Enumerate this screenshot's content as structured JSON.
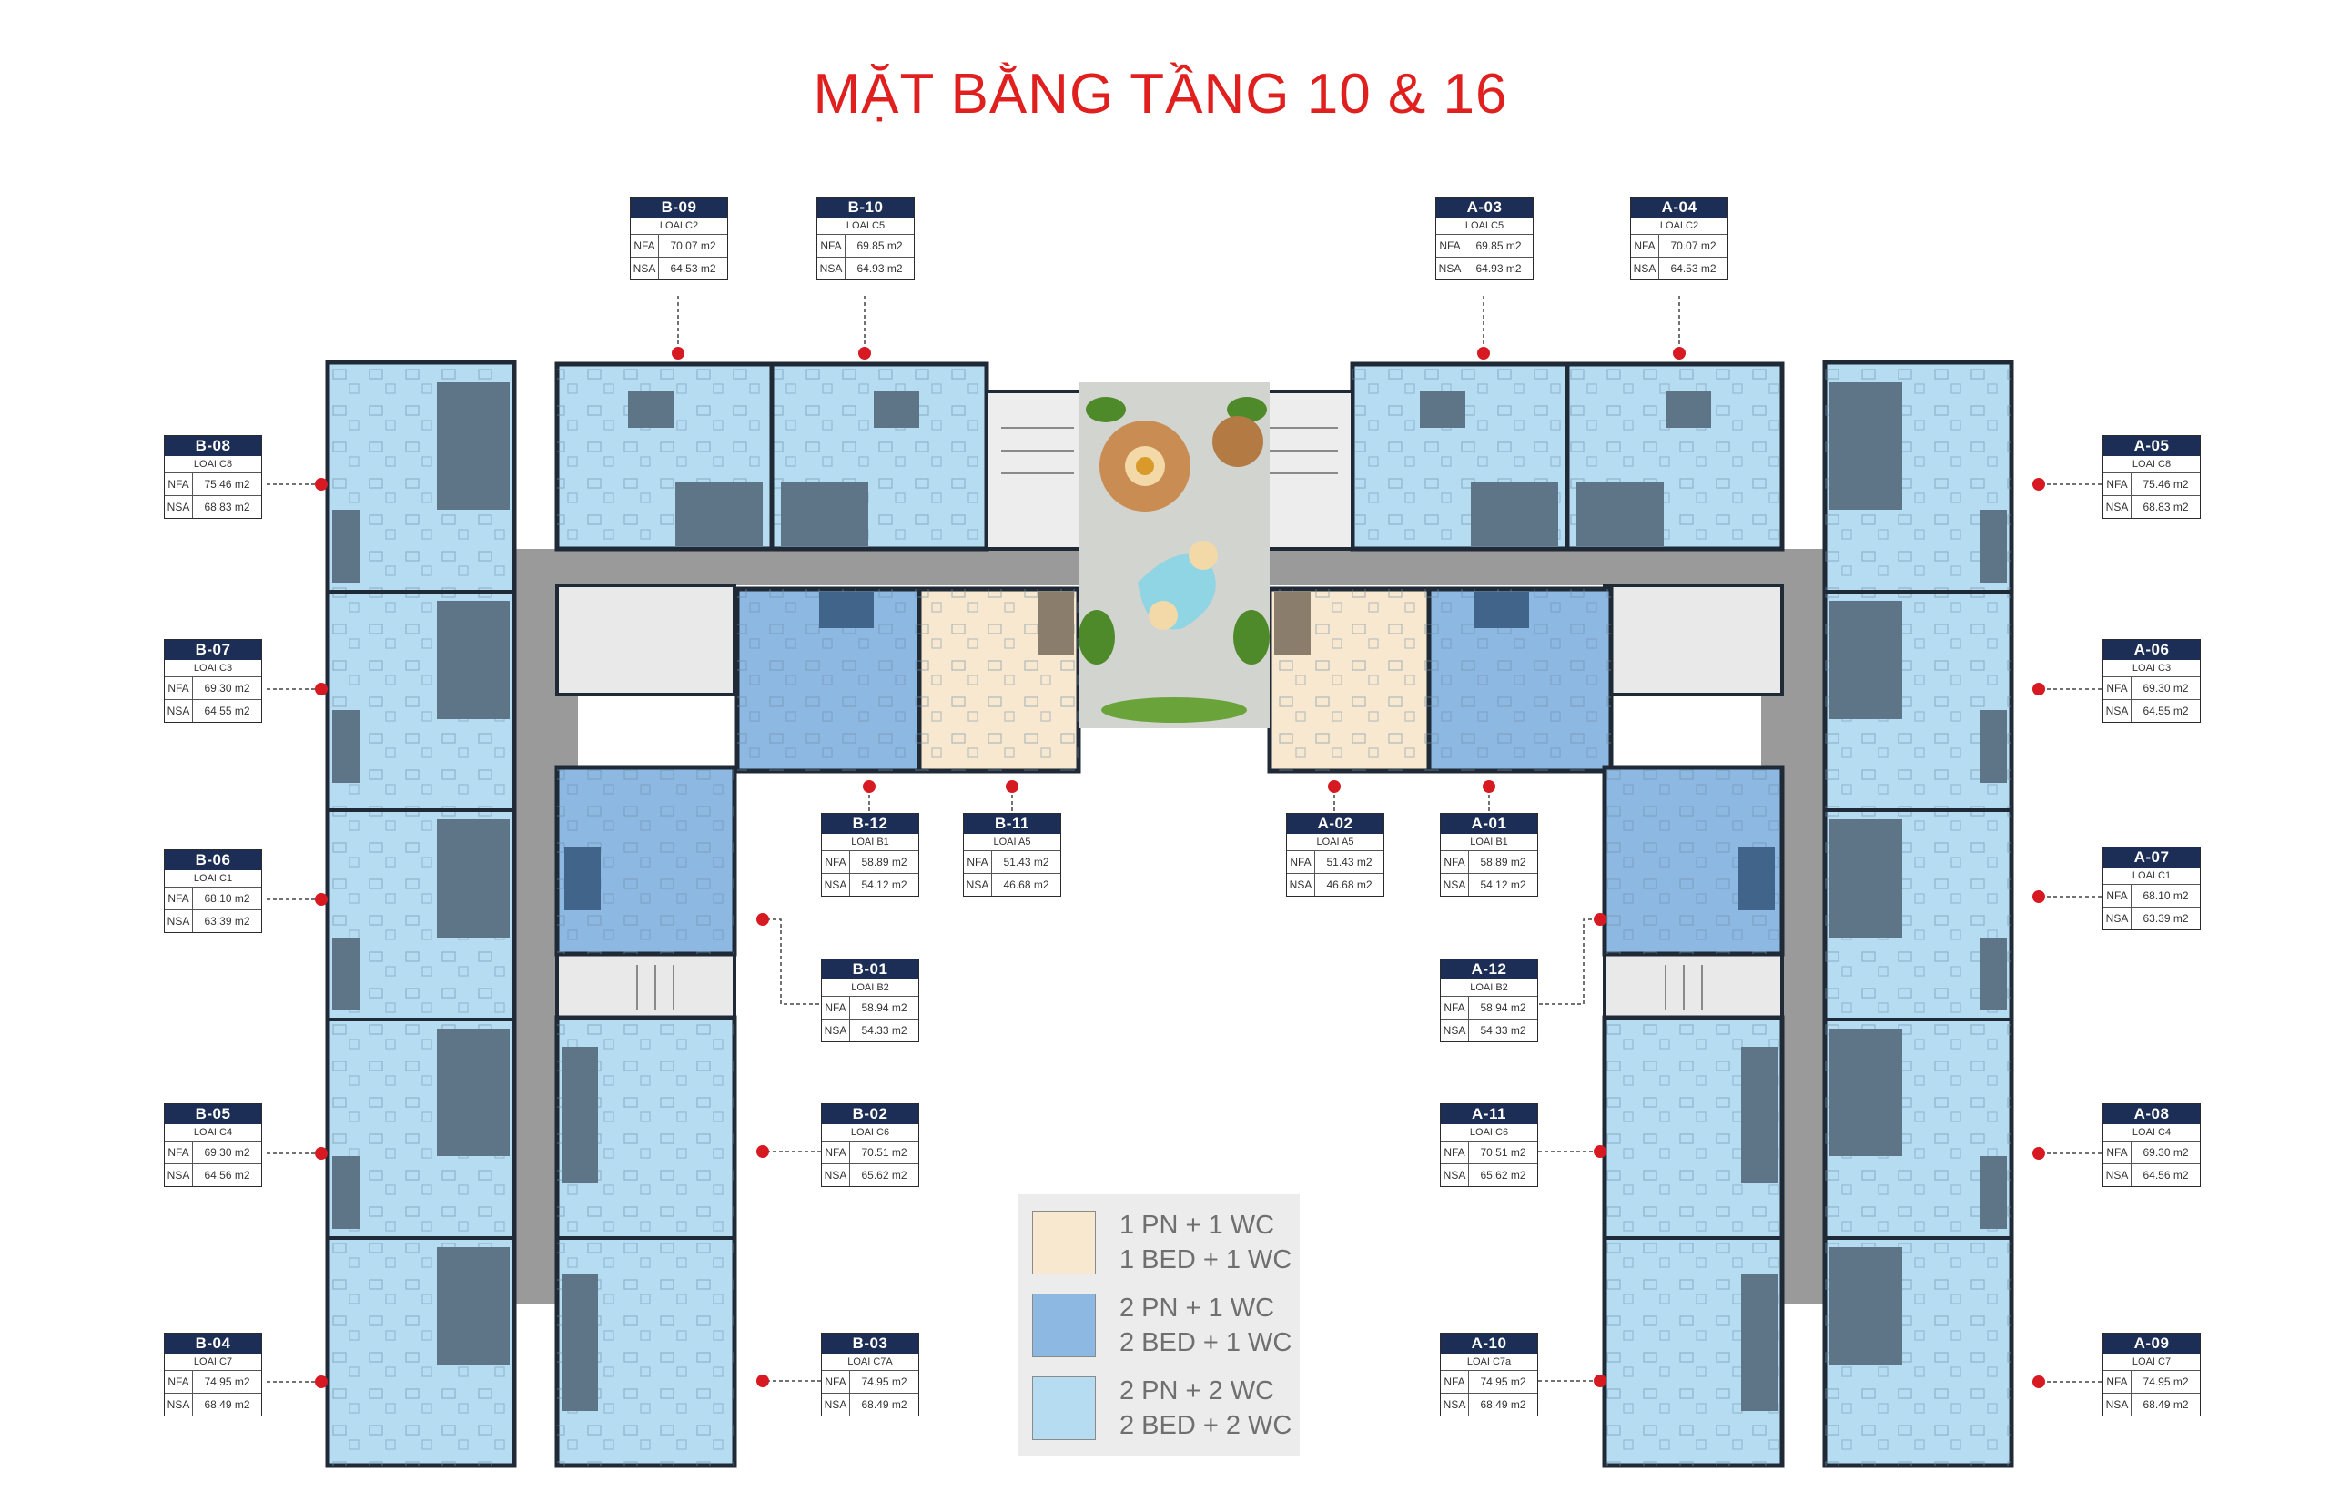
{
  "title": "MẶT BẰNG TẦNG 10 & 16",
  "row_labels": {
    "nfa": "NFA",
    "nsa": "NSA"
  },
  "colors": {
    "title": "#e0201f",
    "one_bed": "#f8e8cf",
    "two_bed_one_wc": "#8cb8e2",
    "two_bed_two_wc": "#b6dcf2",
    "corridor": "#9a9a9a",
    "marker": "#d71921",
    "label_header": "#1d2e56"
  },
  "legend": [
    {
      "vn": "1 PN + 1 WC",
      "en": "1 BED + 1 WC",
      "color": "#f8e8cf"
    },
    {
      "vn": "2 PN + 1 WC",
      "en": "2 BED + 1 WC",
      "color": "#8cb8e2"
    },
    {
      "vn": "2 PN + 2 WC",
      "en": "2 BED + 2 WC",
      "color": "#b6dcf2"
    }
  ],
  "units": {
    "B-09": {
      "code": "B-09",
      "type": "LOAI C2",
      "nfa": "70.07 m2",
      "nsa": "64.53 m2"
    },
    "B-10": {
      "code": "B-10",
      "type": "LOAI C5",
      "nfa": "69.85 m2",
      "nsa": "64.93 m2"
    },
    "A-03": {
      "code": "A-03",
      "type": "LOAI C5",
      "nfa": "69.85 m2",
      "nsa": "64.93 m2"
    },
    "A-04": {
      "code": "A-04",
      "type": "LOAI C2",
      "nfa": "70.07 m2",
      "nsa": "64.53 m2"
    },
    "B-08": {
      "code": "B-08",
      "type": "LOAI C8",
      "nfa": "75.46 m2",
      "nsa": "68.83 m2"
    },
    "B-07": {
      "code": "B-07",
      "type": "LOAI C3",
      "nfa": "69.30 m2",
      "nsa": "64.55 m2"
    },
    "B-06": {
      "code": "B-06",
      "type": "LOAI C1",
      "nfa": "68.10 m2",
      "nsa": "63.39 m2"
    },
    "B-05": {
      "code": "B-05",
      "type": "LOAI C4",
      "nfa": "69.30 m2",
      "nsa": "64.56 m2"
    },
    "B-04": {
      "code": "B-04",
      "type": "LOAI C7",
      "nfa": "74.95 m2",
      "nsa": "68.49 m2"
    },
    "A-05": {
      "code": "A-05",
      "type": "LOAI C8",
      "nfa": "75.46 m2",
      "nsa": "68.83 m2"
    },
    "A-06": {
      "code": "A-06",
      "type": "LOAI C3",
      "nfa": "69.30 m2",
      "nsa": "64.55 m2"
    },
    "A-07": {
      "code": "A-07",
      "type": "LOAI C1",
      "nfa": "68.10 m2",
      "nsa": "63.39 m2"
    },
    "A-08": {
      "code": "A-08",
      "type": "LOAI C4",
      "nfa": "69.30 m2",
      "nsa": "64.56 m2"
    },
    "A-09": {
      "code": "A-09",
      "type": "LOAI C7",
      "nfa": "74.95 m2",
      "nsa": "68.49 m2"
    },
    "B-12": {
      "code": "B-12",
      "type": "LOAI B1",
      "nfa": "58.89 m2",
      "nsa": "54.12 m2"
    },
    "B-11": {
      "code": "B-11",
      "type": "LOAI A5",
      "nfa": "51.43 m2",
      "nsa": "46.68 m2"
    },
    "A-02": {
      "code": "A-02",
      "type": "LOAI A5",
      "nfa": "51.43 m2",
      "nsa": "46.68 m2"
    },
    "A-01": {
      "code": "A-01",
      "type": "LOAI B1",
      "nfa": "58.89 m2",
      "nsa": "54.12 m2"
    },
    "B-01": {
      "code": "B-01",
      "type": "LOAI B2",
      "nfa": "58.94 m2",
      "nsa": "54.33 m2"
    },
    "A-12": {
      "code": "A-12",
      "type": "LOAI B2",
      "nfa": "58.94 m2",
      "nsa": "54.33 m2"
    },
    "B-02": {
      "code": "B-02",
      "type": "LOAI C6",
      "nfa": "70.51 m2",
      "nsa": "65.62 m2"
    },
    "A-11": {
      "code": "A-11",
      "type": "LOAI C6",
      "nfa": "70.51 m2",
      "nsa": "65.62 m2"
    },
    "B-03": {
      "code": "B-03",
      "type": "LOAI C7A",
      "nfa": "74.95 m2",
      "nsa": "68.49 m2"
    },
    "A-10": {
      "code": "A-10",
      "type": "LOAI C7a",
      "nfa": "74.95 m2",
      "nsa": "68.49 m2"
    }
  }
}
